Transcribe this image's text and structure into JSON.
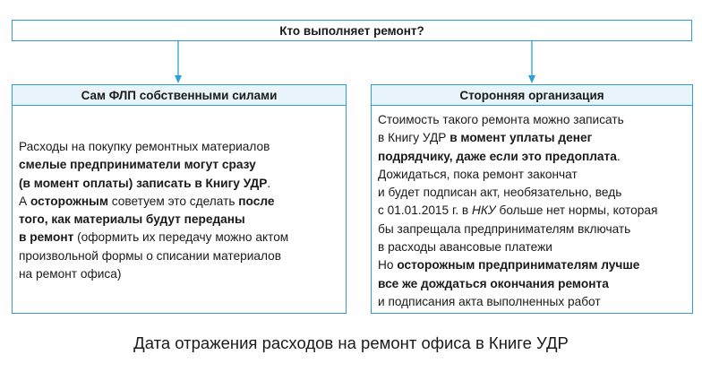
{
  "question": "Кто выполняет ремонт?",
  "left": {
    "title": "Сам ФЛП собственными силами",
    "lines": [
      [
        {
          "t": "Расходы на покупку ремонтных материалов",
          "b": false
        }
      ],
      [
        {
          "t": "смелые предприниматели могут сразу",
          "b": true
        }
      ],
      [
        {
          "t": "(в момент оплаты) записать в Книгу УДР",
          "b": true
        },
        {
          "t": ".",
          "b": false
        }
      ],
      [
        {
          "t": "А ",
          "b": false
        },
        {
          "t": "осторожным",
          "b": true
        },
        {
          "t": " советуем это сделать ",
          "b": false
        },
        {
          "t": "после",
          "b": true
        }
      ],
      [
        {
          "t": "того, как материалы будут переданы",
          "b": true
        }
      ],
      [
        {
          "t": "в ремонт",
          "b": true
        },
        {
          "t": " (оформить их передачу можно актом",
          "b": false
        }
      ],
      [
        {
          "t": "произвольной формы о списании материалов",
          "b": false
        }
      ],
      [
        {
          "t": "на ремонт офиса)",
          "b": false
        }
      ]
    ]
  },
  "right": {
    "title": "Сторонняя организация",
    "lines": [
      [
        {
          "t": "Стоимость такого ремонта можно записать",
          "b": false
        }
      ],
      [
        {
          "t": "в Книгу УДР ",
          "b": false
        },
        {
          "t": "в момент уплаты денег",
          "b": true
        }
      ],
      [
        {
          "t": "подрядчику, даже если это предоплата",
          "b": true
        },
        {
          "t": ".",
          "b": false
        }
      ],
      [
        {
          "t": "Дожидаться, пока ремонт закончат",
          "b": false
        }
      ],
      [
        {
          "t": "и будет подписан акт, необязательно, ведь",
          "b": false
        }
      ],
      [
        {
          "t": "с 01.01.2015 г. в ",
          "b": false
        },
        {
          "t": "НКУ",
          "i": true
        },
        {
          "t": " больше нет нормы, которая",
          "b": false
        }
      ],
      [
        {
          "t": "бы запрещала предпринимателям включать",
          "b": false
        }
      ],
      [
        {
          "t": "в расходы авансовые платежи",
          "b": false
        }
      ],
      [
        {
          "t": "Но ",
          "b": false
        },
        {
          "t": "осторожным предпринимателям лучше",
          "b": true
        }
      ],
      [
        {
          "t": "все же дождаться окончания ремонта",
          "b": true
        }
      ],
      [
        {
          "t": "и подписания акта выполненных работ",
          "b": false
        }
      ]
    ]
  },
  "caption": "Дата отражения расходов на ремонт офиса в Книге УДР",
  "colors": {
    "accent": "#2aa0d4",
    "header_bg": "#e9f3fa",
    "text": "#1a1a1a"
  }
}
